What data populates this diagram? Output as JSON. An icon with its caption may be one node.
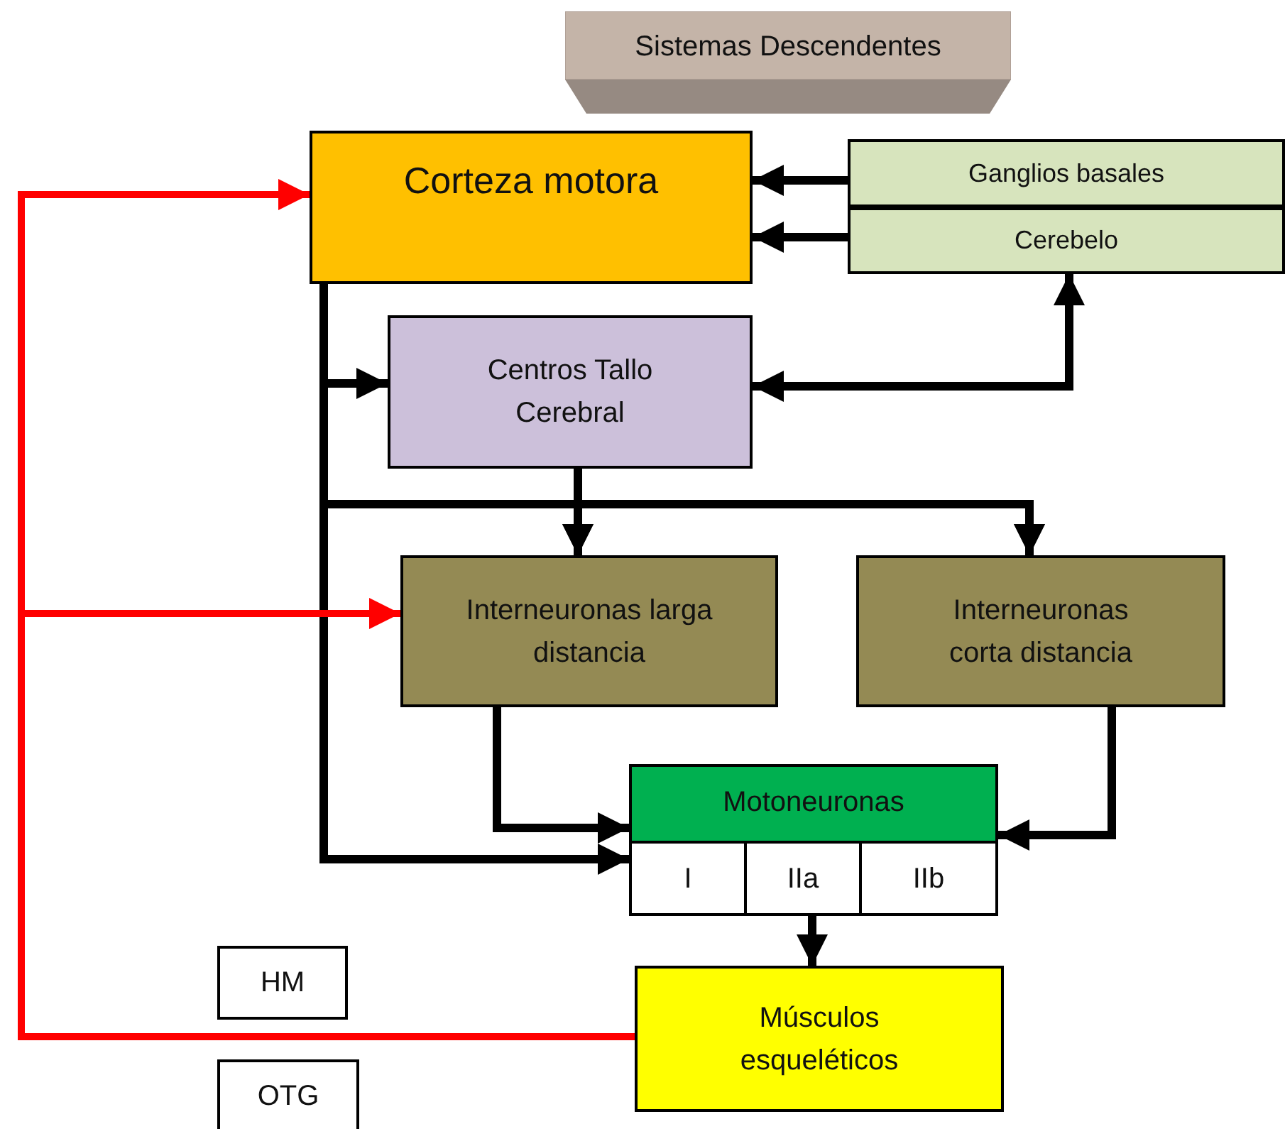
{
  "diagram": {
    "nodes": [
      {
        "text": [
          "Sistemas Descendentes"
        ]
      },
      {
        "text": [
          "Corteza motora"
        ]
      },
      {
        "text": [
          "Ganglios basales"
        ]
      },
      {
        "text": [
          "Cerebelo"
        ]
      },
      {
        "text": [
          "Centros Tallo Cerebral"
        ]
      },
      {
        "text": [
          "Interneuronas larga distancia"
        ]
      },
      {
        "text": [
          "Interneuronas corta distancia"
        ]
      },
      {
        "text": [
          "Motoneuronas"
        ]
      },
      {
        "text": [
          "I"
        ],
        "in": 7
      },
      {
        "text": [
          "IIa"
        ],
        "in": 7
      },
      {
        "text": [
          "IIb"
        ],
        "in": 7
      },
      {
        "text": [
          "Músculos esqueléticos"
        ]
      },
      {
        "text": [
          "HM"
        ]
      },
      {
        "text": [
          "OTG"
        ]
      }
    ],
    "edges": [
      {
        "from": 2,
        "to": 1,
        "arrow": "to"
      },
      {
        "from": 3,
        "to": 1,
        "arrow": "to"
      },
      {
        "from": 4,
        "to": 3,
        "arrow": "both"
      },
      {
        "from": 1,
        "to": 4,
        "arrow": "to"
      },
      {
        "from": 1,
        "to": 5,
        "arrow": "to"
      },
      {
        "from": 1,
        "to": 6,
        "arrow": "to"
      },
      {
        "from": 4,
        "to": 5,
        "arrow": "to"
      },
      {
        "from": 4,
        "to": 6,
        "arrow": "to"
      },
      {
        "from": 1,
        "to": 7,
        "arrow": "to"
      },
      {
        "from": 5,
        "to": 7,
        "arrow": "to"
      },
      {
        "from": 6,
        "to": 7,
        "arrow": "to"
      },
      {
        "from": 7,
        "to": 11,
        "arrow": "to"
      },
      {
        "from": 11,
        "to": 1,
        "arrow": "to",
        "color": "#ff0000"
      },
      {
        "from": 11,
        "to": 5,
        "arrow": "to",
        "color": "#ff0000"
      }
    ]
  }
}
